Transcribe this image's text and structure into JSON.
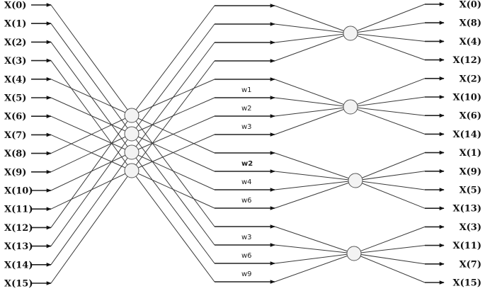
{
  "diagram": {
    "input_labels": [
      "X(0)",
      "X(1)",
      "X(2)",
      "X(3)",
      "X(4)",
      "X(5)",
      "X(6)",
      "X(7)",
      "X(8)",
      "X(9)",
      "X(10)",
      "X(11)",
      "X(12)",
      "X(13)",
      "X(14)",
      "X(15)"
    ],
    "output_labels": [
      "X(0)",
      "X(8)",
      "X(4)",
      "X(12)",
      "X(2)",
      "X(10)",
      "X(6)",
      "X(14)",
      "X(1)",
      "X(9)",
      "X(5)",
      "X(13)",
      "X(3)",
      "X(11)",
      "X(7)",
      "X(15)"
    ],
    "twiddle_labels": [
      "w1",
      "w2",
      "w3",
      "w2",
      "w4",
      "w6",
      "w3",
      "w6",
      "w9"
    ],
    "colors": {
      "line": "#3a3a3a",
      "node_fill": "#f3f3f3",
      "node_stroke": "#555555",
      "text": "#111111"
    }
  }
}
